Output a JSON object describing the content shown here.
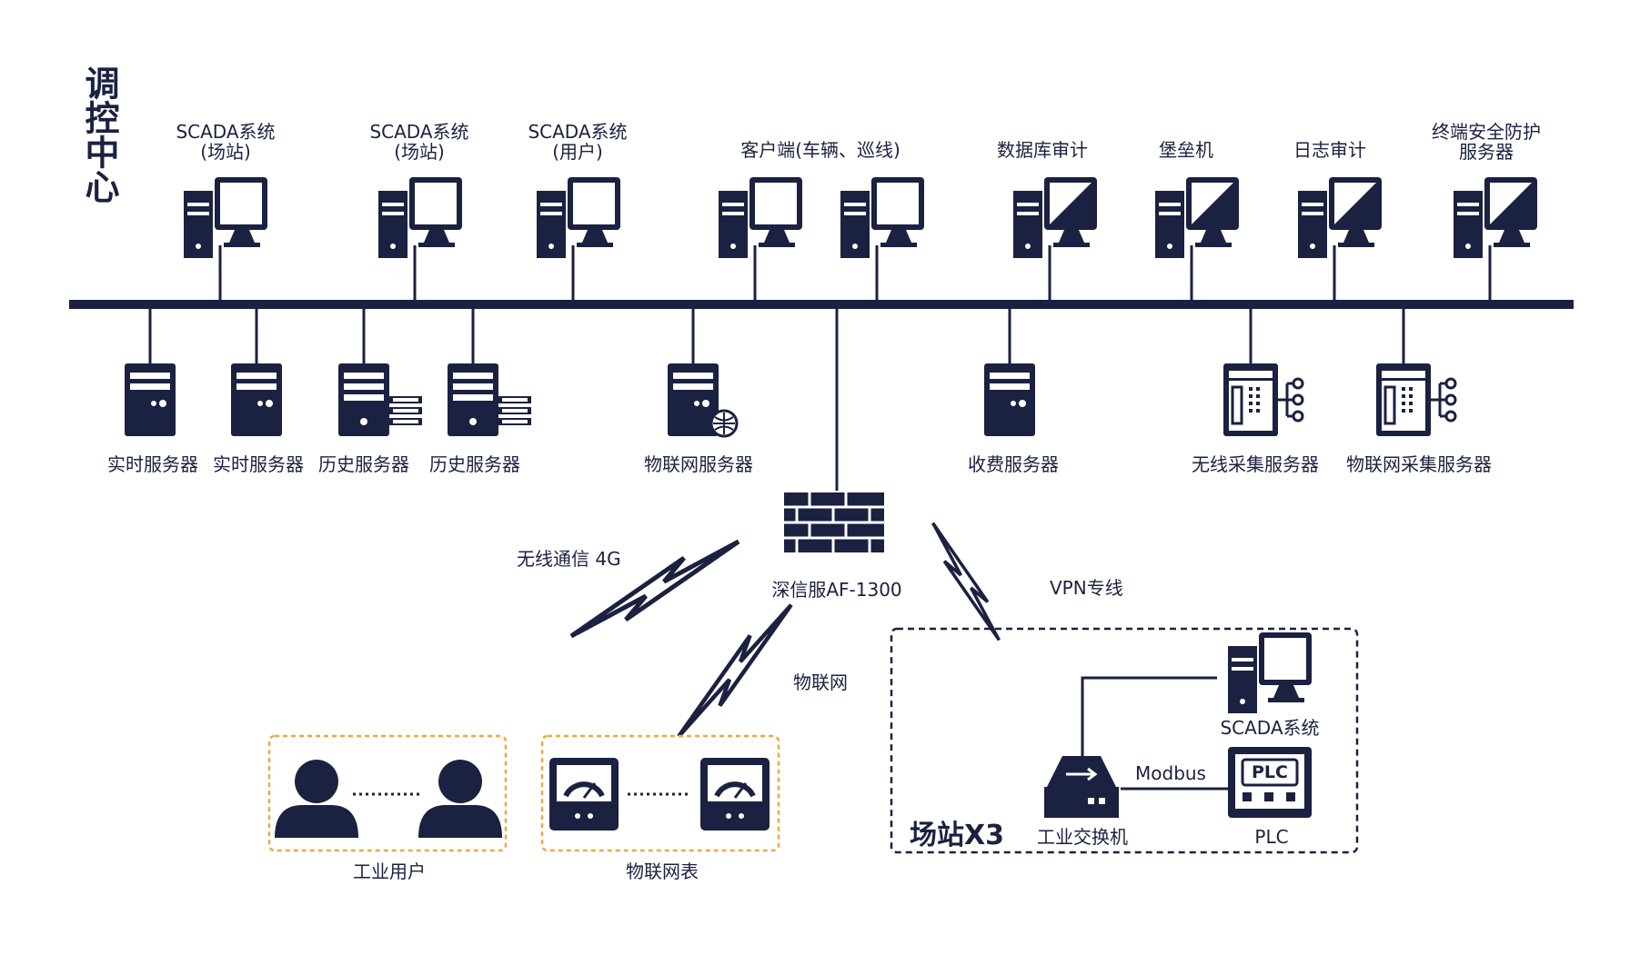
{
  "control_center_title": "调控中心",
  "workstations": [
    {
      "line1": "SCADA系统",
      "line2": "(场站)"
    },
    {
      "line1": "SCADA系统",
      "line2": "(场站)"
    },
    {
      "line1": "SCADA系统",
      "line2": "(用户)"
    },
    {
      "line1": "客户端(车辆、巡线)",
      "line2": ""
    },
    {
      "line1": "数据库审计",
      "line2": ""
    },
    {
      "line1": "堡垒机",
      "line2": ""
    },
    {
      "line1": "日志审计",
      "line2": ""
    },
    {
      "line1": "终端安全防护",
      "line2": "服务器"
    }
  ],
  "servers": [
    {
      "label": "实时服务器"
    },
    {
      "label": "实时服务器"
    },
    {
      "label": "历史服务器"
    },
    {
      "label": "历史服务器"
    },
    {
      "label": "物联网服务器"
    },
    {
      "label": "收费服务器"
    },
    {
      "label": "无线采集服务器"
    },
    {
      "label": "物联网采集服务器"
    }
  ],
  "firewall": {
    "label": "深信服AF-1300",
    "icon": "firewall-icon"
  },
  "links": {
    "wireless": "无线通信 4G",
    "iot": "物联网",
    "vpn": "VPN专线"
  },
  "groups": {
    "users": "工业用户",
    "meters": "物联网表"
  },
  "station": {
    "title": "场站X3",
    "scada": "SCADA系统",
    "switch": "工业交换机",
    "plc": "PLC",
    "plc_badge": "PLC",
    "protocol": "Modbus"
  },
  "colors": {
    "navy": "#1b2140",
    "orange_dash": "#f0a844",
    "white": "#ffffff"
  }
}
